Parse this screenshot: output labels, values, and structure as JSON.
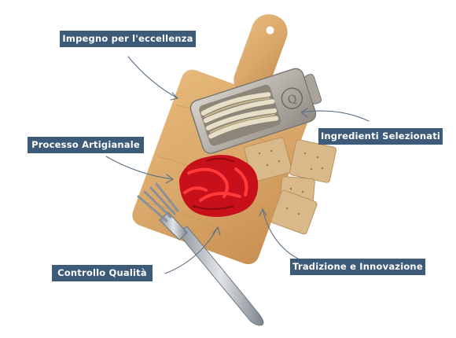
{
  "labels": {
    "impegno": "Impegno per l'eccellenza",
    "processo": "Processo Artigianale",
    "ingredienti": "Ingredienti Selezionati",
    "controllo": "Controllo Qualità",
    "tradizione": "Tradizione e Innovazione"
  },
  "colors": {
    "label_bg": "#3d5a78",
    "label_text": "#ffffff",
    "arrow": "#5a7088",
    "board": "#d9a86a",
    "pepper": "#d8141d",
    "tin": "#b8b3ab",
    "cracker": "#d9b889"
  },
  "illustration": {
    "board": "cutting-board",
    "tin": "anchovy-tin",
    "peppers": "roasted-red-peppers",
    "crackers": "crackers",
    "fork": "fork"
  }
}
